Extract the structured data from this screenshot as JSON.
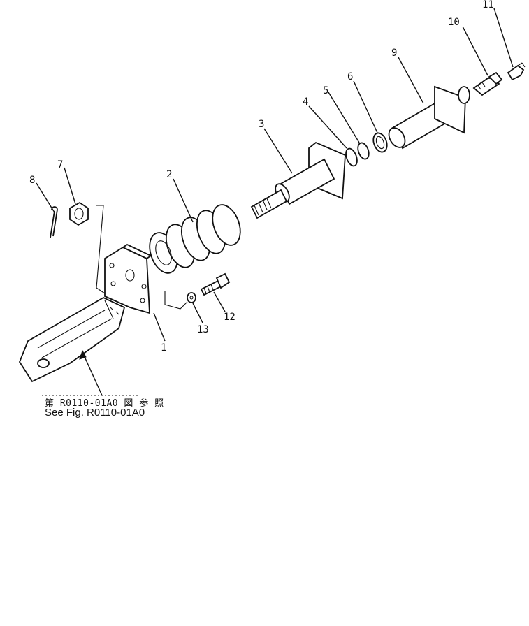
{
  "callouts": [
    "1",
    "2",
    "3",
    "4",
    "5",
    "6",
    "7",
    "8",
    "9",
    "10",
    "11",
    "12",
    "13"
  ],
  "reference": {
    "japanese": "第 R0110-01A0 図 参 照",
    "english": "See Fig. R0110-01A0"
  }
}
